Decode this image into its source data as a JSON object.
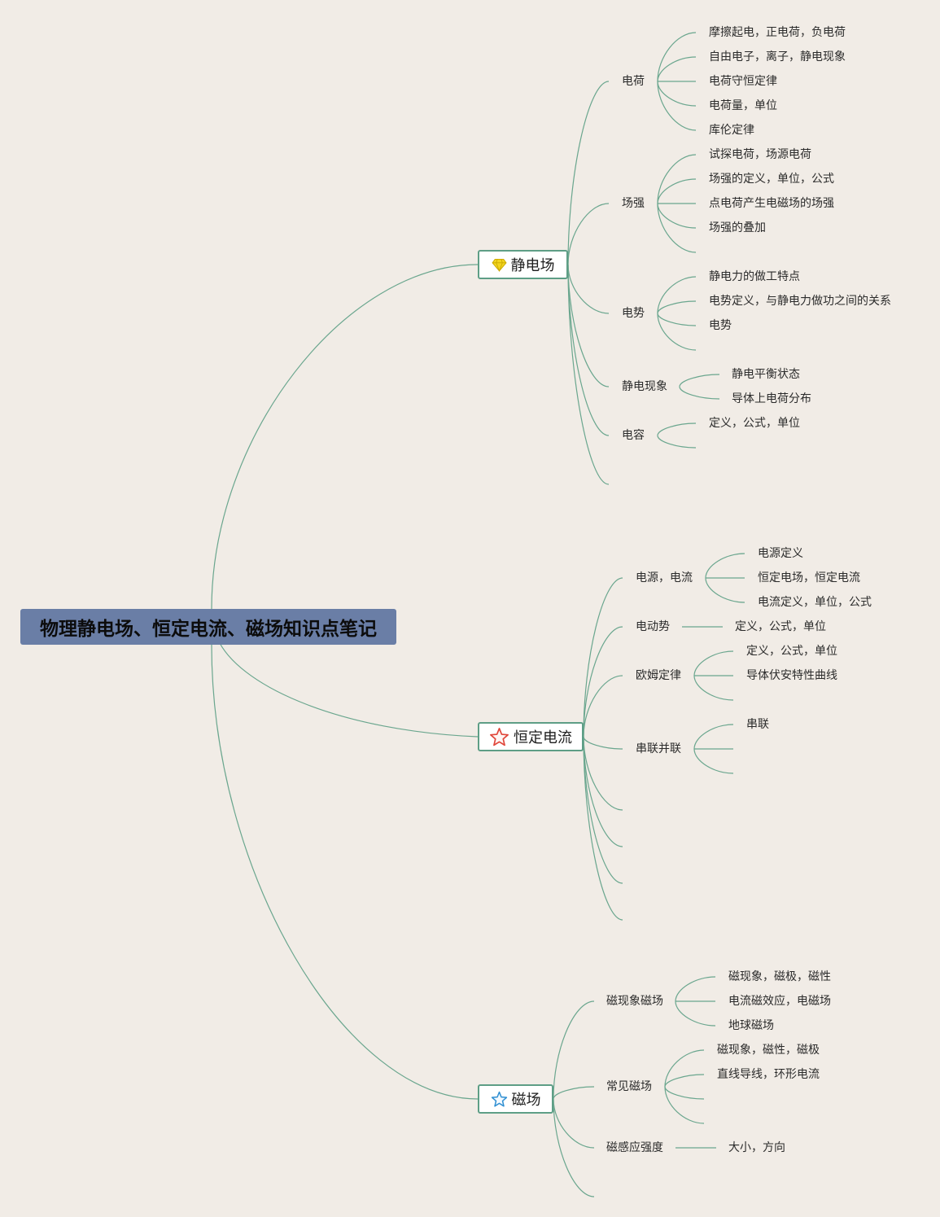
{
  "colors": {
    "background": "#f1ece6",
    "root_fill": "#6a7ea6",
    "connector": "#6aa68e",
    "topic_border": "#5e9e86",
    "topic_fill": "#ffffff"
  },
  "mindmap": {
    "root": {
      "label": "物理静电场、恒定电流、磁场知识点笔记"
    },
    "branches": [
      {
        "label": "静电场",
        "icon": "diamond-icon",
        "icon_color": "#f3d51f",
        "topics": [
          {
            "label": "电荷",
            "items": [
              "摩擦起电，正电荷，负电荷",
              "自由电子，离子，静电现象",
              "电荷守恒定律",
              "电荷量，单位",
              "库伦定律"
            ]
          },
          {
            "label": "场强",
            "items": [
              "试探电荷，场源电荷",
              "场强的定义，单位，公式",
              "点电荷产生电磁场的场强",
              "场强的叠加"
            ]
          },
          {
            "label": "电势",
            "items": [
              "静电力的做工特点",
              "电势定义，与静电力做功之间的关系",
              "电势"
            ]
          },
          {
            "label": "静电现象",
            "items": [
              "静电平衡状态",
              "导体上电荷分布"
            ]
          },
          {
            "label": "电容",
            "items": [
              "定义，公式，单位"
            ]
          }
        ]
      },
      {
        "label": "恒定电流",
        "icon": "star-outline-icon",
        "icon_color": "#e0463a",
        "topics": [
          {
            "label": "电源，电流",
            "items": [
              "电源定义",
              "恒定电场，恒定电流",
              "电流定义，单位，公式"
            ]
          },
          {
            "label": "电动势",
            "items": [
              "定义，公式，单位"
            ]
          },
          {
            "label": "欧姆定律",
            "items": [
              "定义，公式，单位",
              "导体伏安特性曲线"
            ]
          },
          {
            "label": "串联并联",
            "items": [
              "串联"
            ]
          }
        ]
      },
      {
        "label": "磁场",
        "icon": "star-outline-icon",
        "icon_color": "#2f8fd2",
        "topics": [
          {
            "label": "磁现象磁场",
            "items": [
              "磁现象，磁极，磁性",
              "电流磁效应，电磁场",
              "地球磁场"
            ]
          },
          {
            "label": "常见磁场",
            "items": [
              "磁现象，磁性，磁极",
              "直线导线，环形电流"
            ]
          },
          {
            "label": "磁感应强度",
            "items": [
              "大小，方向"
            ]
          }
        ]
      }
    ]
  }
}
